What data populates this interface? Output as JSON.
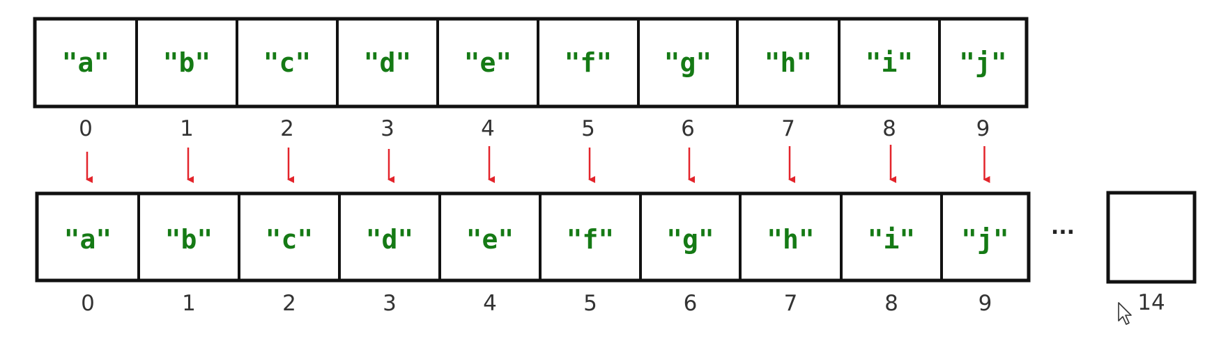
{
  "colors": {
    "value_text": "#157a15",
    "arrow": "#e3242b",
    "border": "#111111",
    "index_text": "#333333"
  },
  "source_array": {
    "values": [
      "\"a\"",
      "\"b\"",
      "\"c\"",
      "\"d\"",
      "\"e\"",
      "\"f\"",
      "\"g\"",
      "\"h\"",
      "\"i\"",
      "\"j\""
    ],
    "indices": [
      "0",
      "1",
      "2",
      "3",
      "4",
      "5",
      "6",
      "7",
      "8",
      "9"
    ]
  },
  "target_array": {
    "values": [
      "\"a\"",
      "\"b\"",
      "\"c\"",
      "\"d\"",
      "\"e\"",
      "\"f\"",
      "\"g\"",
      "\"h\"",
      "\"i\"",
      "\"j\""
    ],
    "indices": [
      "0",
      "1",
      "2",
      "3",
      "4",
      "5",
      "6",
      "7",
      "8",
      "9"
    ],
    "ellipsis": "...",
    "last_index": "14"
  },
  "icons": {
    "copy_arrows": "arrow-down-icon",
    "cursor": "mouse-pointer-icon"
  }
}
